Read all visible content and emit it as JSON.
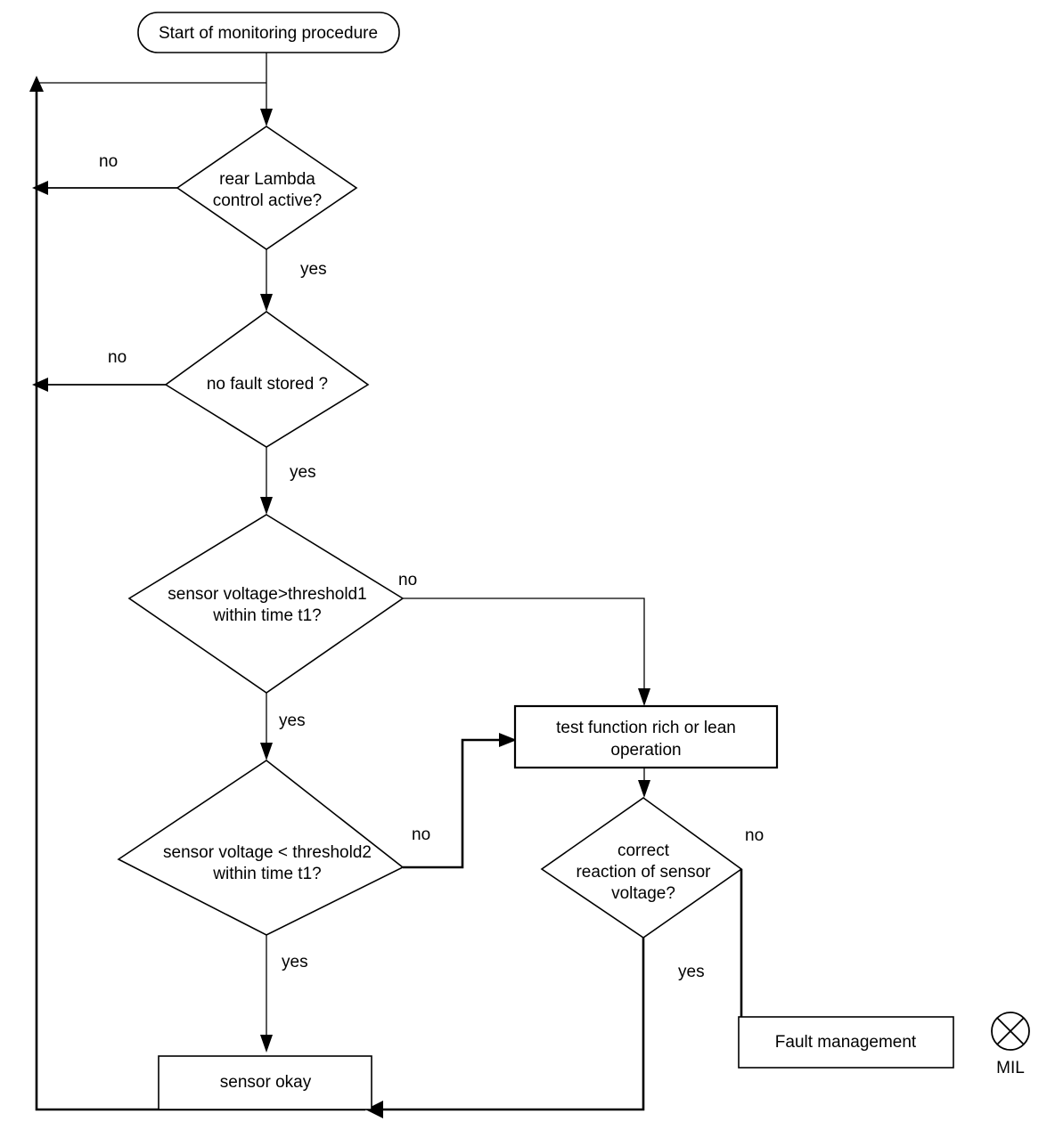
{
  "diagram": {
    "title": "Rear Lambda sensor monitoring procedure flowchart",
    "type": "flowchart",
    "background_color": "#ffffff",
    "line_color": "#000000",
    "nodes": {
      "start": {
        "shape": "rounded-rectangle",
        "label": "Start of monitoring procedure"
      },
      "decision_rear_lambda": {
        "shape": "diamond",
        "label_line1": "rear Lambda",
        "label_line2": "control active?"
      },
      "decision_no_fault": {
        "shape": "diamond",
        "label_line1": "no fault stored ?"
      },
      "decision_threshold1": {
        "shape": "diamond",
        "label_line1": "sensor voltage>threshold1",
        "label_line2": "within time t1?"
      },
      "decision_threshold2": {
        "shape": "diamond",
        "label_line1": "sensor voltage < threshold2",
        "label_line2": "within time t1?"
      },
      "process_test_function": {
        "shape": "rectangle",
        "label_line1": "test function rich or lean",
        "label_line2": "operation"
      },
      "decision_correct_reaction": {
        "shape": "diamond",
        "label_line1": "correct",
        "label_line2": "reaction of sensor",
        "label_line3": "voltage?"
      },
      "process_fault_management": {
        "shape": "rectangle",
        "label": "Fault management"
      },
      "process_sensor_okay": {
        "shape": "rectangle",
        "label": "sensor okay"
      },
      "mil_indicator": {
        "shape": "crossed-circle",
        "label": "MIL"
      }
    },
    "edge_labels": {
      "rear_lambda_no": "no",
      "rear_lambda_yes": "yes",
      "no_fault_no": "no",
      "no_fault_yes": "yes",
      "threshold1_no": "no",
      "threshold1_yes": "yes",
      "threshold2_no": "no",
      "threshold2_yes": "yes",
      "correct_reaction_no": "no",
      "correct_reaction_yes": "yes"
    }
  }
}
